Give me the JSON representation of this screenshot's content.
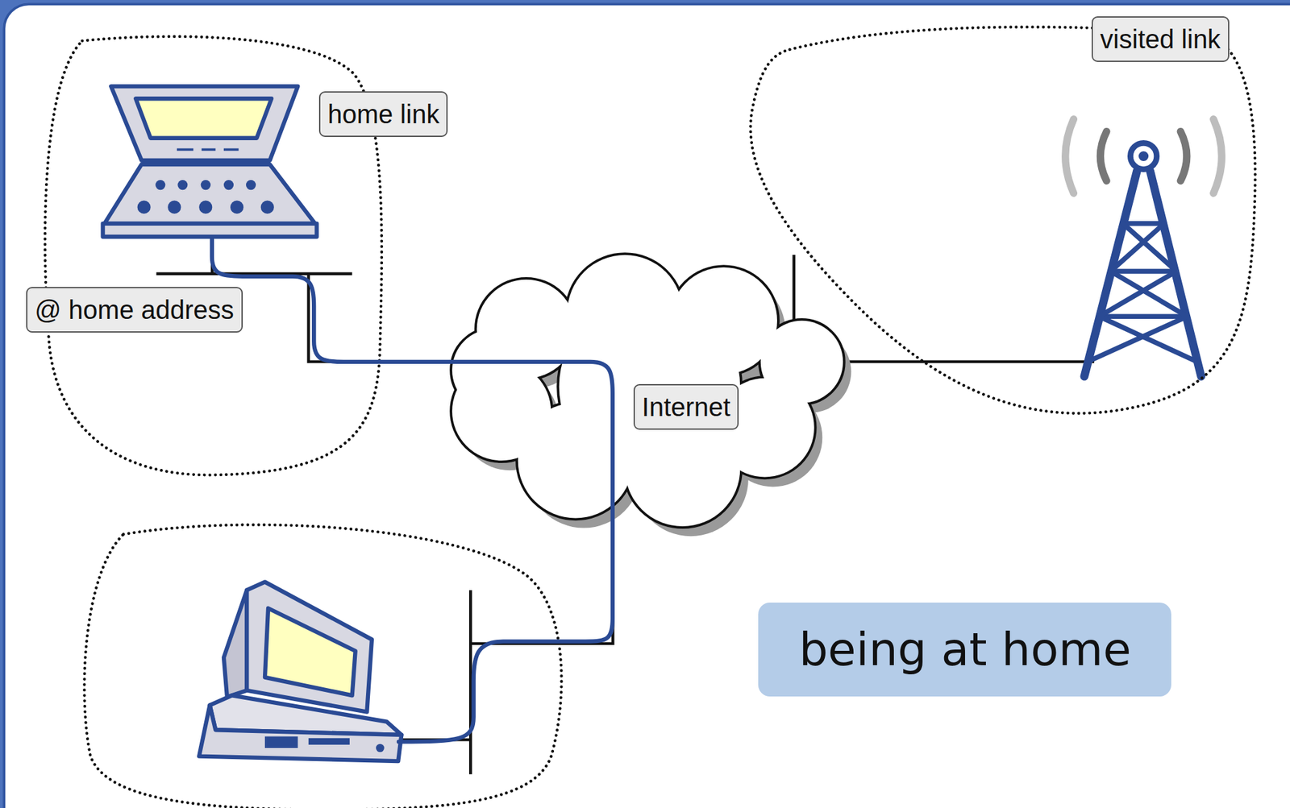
{
  "diagram": {
    "nodes": [
      {
        "text": [
          "home link"
        ]
      },
      {
        "text": [
          "Internet"
        ]
      },
      {
        "text": [
          "visited link"
        ]
      },
      {
        "text": [
          "being at home"
        ]
      }
    ],
    "edges": [
      {
        "from": 0,
        "to": 1,
        "arrow": "none"
      },
      {
        "from": 1,
        "to": 2,
        "arrow": "none"
      }
    ],
    "labels": [
      "@ home address"
    ]
  }
}
